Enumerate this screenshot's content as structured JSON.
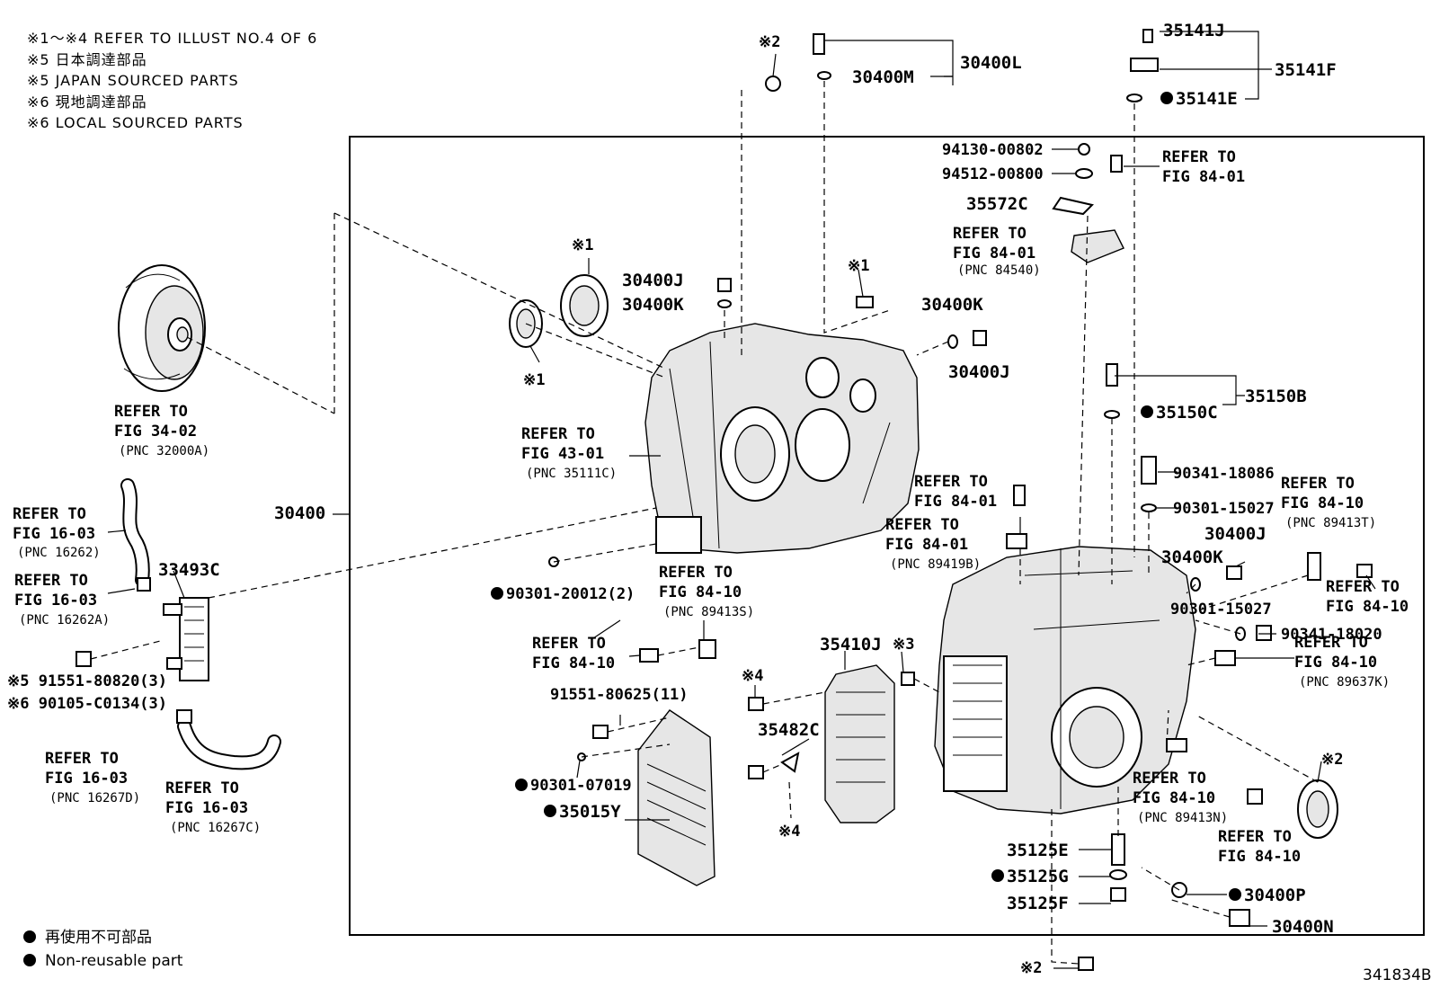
{
  "notes": [
    "※1～※4 REFER TO ILLUST NO.4 OF 6",
    "※5 日本調達部品",
    "※5 JAPAN SOURCED PARTS",
    "※6 現地調達部品",
    "※6 LOCAL SOURCED PARTS"
  ],
  "legend": {
    "jp": "再使用不可部品",
    "en": "Non-reusable part"
  },
  "illustration_id": "341834B",
  "marks": {
    "m1": "※1",
    "m2": "※2",
    "m3": "※3",
    "m4": "※4"
  },
  "part_labels": {
    "p30400L": "30400L",
    "p30400M": "30400M",
    "p35141J": "35141J",
    "p35141F": "35141F",
    "p35141E": "35141E",
    "p94130": "94130-00802",
    "p94512": "94512-00800",
    "p35572C": "35572C",
    "p30400J_a": "30400J",
    "p30400K_a": "30400K",
    "p30400K_b": "30400K",
    "p30400J_b": "30400J",
    "p35150B": "35150B",
    "p35150C": "35150C",
    "p30400": "30400",
    "p90341_18086": "90341-18086",
    "p90301_15027_a": "90301-15027",
    "p30400J_c": "30400J",
    "p30400K_c": "30400K",
    "p33493C": "33493C",
    "p90301_20012": "90301-20012(2)",
    "p90301_15027_b": "90301-15027",
    "p90341_18020": "90341-18020",
    "p35410J": "35410J",
    "p91551_80820": "※5 91551-80820(3)",
    "p90105_C0134": "※6 90105-C0134(3)",
    "p91551_80625": "91551-80625(11)",
    "p35482C": "35482C",
    "p90301_07019": "90301-07019",
    "p35015Y": "35015Y",
    "p35125E": "35125E",
    "p35125G": "35125G",
    "p35125F": "35125F",
    "p30400P": "30400P",
    "p30400N": "30400N"
  },
  "refer": {
    "r_84_01_top": {
      "l1": "REFER TO",
      "l2": "FIG 84-01"
    },
    "r_84_01_84540": {
      "l1": "REFER TO",
      "l2": "FIG 84-01",
      "pnc": "(PNC 84540)"
    },
    "r_34_02": {
      "l1": "REFER TO",
      "l2": "FIG 34-02",
      "pnc": "(PNC 32000A)"
    },
    "r_43_01": {
      "l1": "REFER TO",
      "l2": "FIG 43-01",
      "pnc": "(PNC 35111C)"
    },
    "r_16_03_a": {
      "l1": "REFER TO",
      "l2": "FIG 16-03",
      "pnc": "(PNC 16262)"
    },
    "r_16_03_b": {
      "l1": "REFER TO",
      "l2": "FIG 16-03",
      "pnc": "(PNC 16262A)"
    },
    "r_84_01_mid": {
      "l1": "REFER TO",
      "l2": "FIG 84-01"
    },
    "r_84_01_89419B": {
      "l1": "REFER TO",
      "l2": "FIG 84-01",
      "pnc": "(PNC 89419B)"
    },
    "r_84_10_89413T": {
      "l1": "REFER TO",
      "l2": "FIG 84-10",
      "pnc": "(PNC 89413T)"
    },
    "r_84_10_89413S": {
      "l1": "REFER TO",
      "l2": "FIG 84-10",
      "pnc": "(PNC 89413S)"
    },
    "r_84_10_right": {
      "l1": "REFER TO",
      "l2": "FIG 84-10"
    },
    "r_84_10_left": {
      "l1": "REFER TO",
      "l2": "FIG 84-10"
    },
    "r_84_10_89637K": {
      "l1": "REFER TO",
      "l2": "FIG 84-10",
      "pnc": "(PNC 89637K)"
    },
    "r_16_03_c": {
      "l1": "REFER TO",
      "l2": "FIG 16-03",
      "pnc": "(PNC 16267D)"
    },
    "r_16_03_d": {
      "l1": "REFER TO",
      "l2": "FIG 16-03",
      "pnc": "(PNC 16267C)"
    },
    "r_84_10_89413N": {
      "l1": "REFER TO",
      "l2": "FIG 84-10",
      "pnc": "(PNC 89413N)"
    },
    "r_84_10_bottom": {
      "l1": "REFER TO",
      "l2": "FIG 84-10"
    }
  }
}
